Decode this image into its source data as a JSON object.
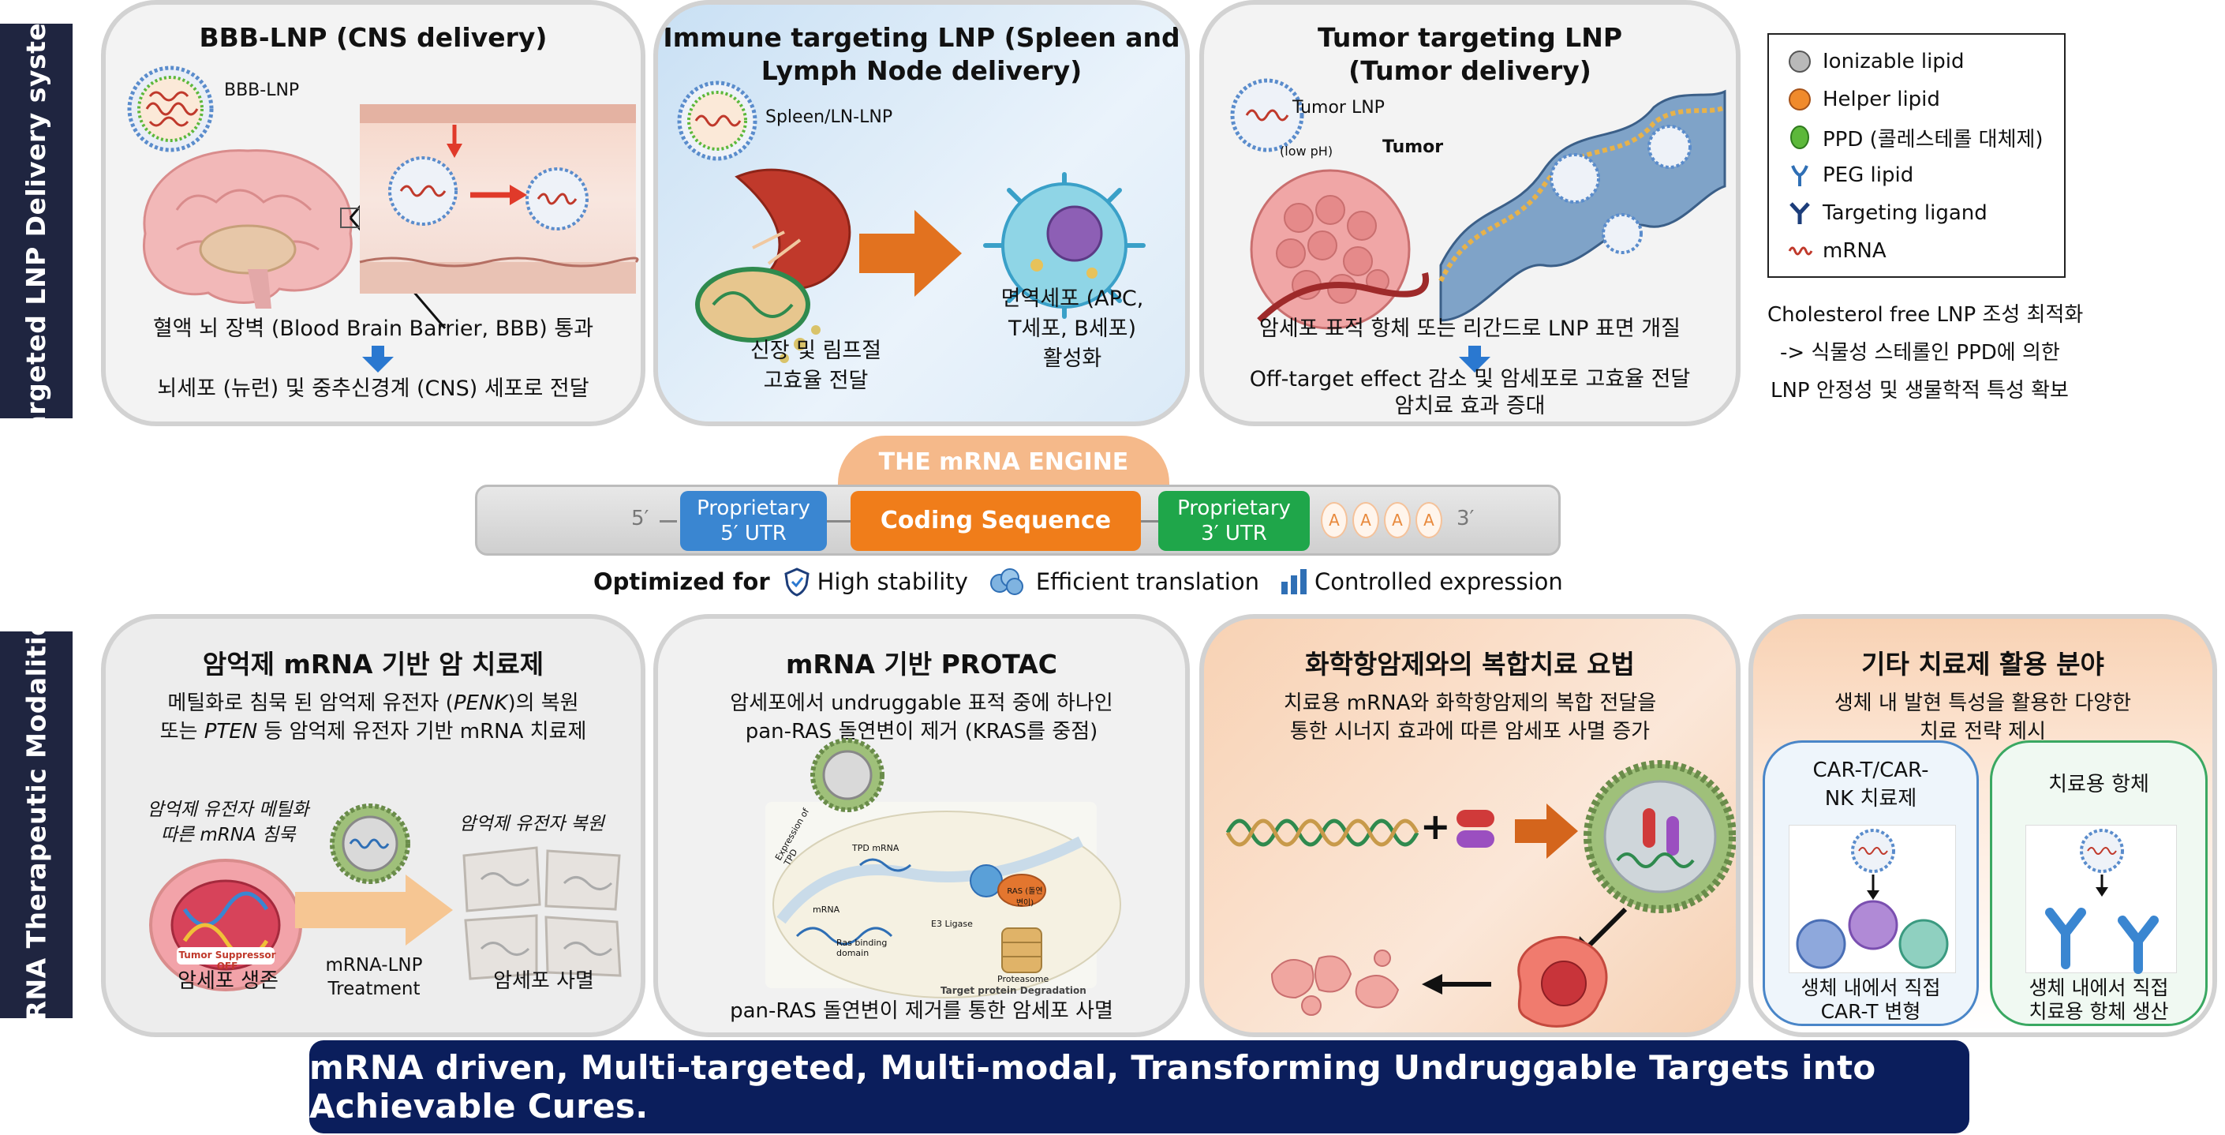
{
  "sidebar": {
    "top_label": "Targeted LNP Delivery system",
    "bottom_label": "mRNA Therapeutic Modalities"
  },
  "panels_top": [
    {
      "title": "BBB-LNP (CNS delivery)",
      "image_label": "BBB-LNP",
      "text1": "혈액 뇌 장벽 (Blood Brain Barrier, BBB) 통과",
      "text2": "뇌세포 (뉴런) 및 중추신경계 (CNS) 세포로 전달"
    },
    {
      "title_line1": "Immune targeting LNP (Spleen and",
      "title_line2": "Lymph Node delivery)",
      "image_label": "Spleen/LN-LNP",
      "text_left1": "신장 및 림프절",
      "text_left2": "고효율 전달",
      "text_right1": "면역세포 (APC,",
      "text_right2": "T세포, B세포)",
      "text_right3": "활성화"
    },
    {
      "title_line1": "Tumor targeting LNP",
      "title_line2": "(Tumor delivery)",
      "image_label1": "Tumor LNP",
      "image_label2": "(low pH)",
      "image_label3": "Tumor",
      "text1": "암세포 표적 항체 또는 리간드로 LNP 표면 개질",
      "text2": "Off-target effect 감소 및 암세포로 고효율 전달",
      "text3": "암치료 효과 증대"
    }
  ],
  "legend": {
    "items": [
      {
        "label": "Ionizable lipid",
        "color": "#b9b9b9"
      },
      {
        "label": "Helper lipid",
        "color": "#f08a2c"
      },
      {
        "label": "PPD (콜레스테롤 대체제)",
        "color": "#5cb83a"
      },
      {
        "label": "PEG lipid",
        "color": "#2f6fb5"
      },
      {
        "label": "Targeting ligand",
        "color": "#1c3d7a"
      },
      {
        "label": "mRNA",
        "color": "#c0392b"
      }
    ]
  },
  "note": {
    "line1": "Cholesterol free LNP 조성 최적화",
    "line2": "-> 식물성 스테롤인 PPD에 의한",
    "line3": "LNP 안정성 및 생물학적 특성 확보"
  },
  "engine": {
    "title": "THE mRNA ENGINE",
    "five_prime": "5′",
    "three_prime": "3′",
    "utr5_line1": "Proprietary",
    "utr5_line2": "5′ UTR",
    "cds": "Coding Sequence",
    "utr3_line1": "Proprietary",
    "utr3_line2": "3′ UTR",
    "polya": [
      "A",
      "A",
      "A",
      "A"
    ],
    "optimized_for": "Optimized for",
    "feature1": "High stability",
    "feature2": "Efficient translation",
    "feature3": "Controlled expression",
    "colors": {
      "utr5": "#3a86d1",
      "cds": "#f07d1a",
      "utr3": "#1fa64a",
      "title": "#f5b98a"
    }
  },
  "panels_bottom": [
    {
      "title": "암억제 mRNA 기반 암 치료제",
      "text1_a": "메틸화로 침묵 된 암억제 유전자 (",
      "text1_em": "PENK",
      "text1_b": ")의 복원",
      "text2_a": "또는 ",
      "text2_em": "PTEN",
      "text2_b": " 등 암억제 유전자 기반 mRNA 치료제",
      "label_left1": "암억제 유전자 메틸화",
      "label_left2": "따른 mRNA 침묵",
      "label_right": "암억제 유전자 복원",
      "treat1": "mRNA-LNP",
      "treat2": "Treatment",
      "cell_label": "Tumor Suppressor OFF",
      "bottom_left": "암세포 생존",
      "bottom_right": "암세포 사멸"
    },
    {
      "title": "mRNA 기반 PROTAC",
      "text1": "암세포에서 undruggable 표적 중에 하나인",
      "text2": "pan-RAS 돌연변이 제거 (KRAS를 중점)",
      "img_labels": [
        "Expression of TPD",
        "TPD mRNA",
        "mRNA",
        "Ras binding domain",
        "E3 Ligase",
        "RAS (돌연변이)",
        "Proteasome",
        "Target protein Degradation"
      ],
      "bottom": "pan-RAS 돌연변이 제거를 통한 암세포 사멸"
    },
    {
      "title": "화학항암제와의 복합치료 요법",
      "text1": "치료용 mRNA와 화학항암제의 복합 전달을",
      "text2": "통한 시너지 효과에 따른 암세포 사멸 증가",
      "plus": "+"
    },
    {
      "title": "기타 치료제 활용 분야",
      "text1": "생체 내 발현 특성을 활용한 다양한",
      "text2": "치료 전략 제시",
      "sub1_title1": "CAR-T/CAR-",
      "sub1_title2": "NK 치료제",
      "sub1_bottom1": "생체 내에서 직접",
      "sub1_bottom2": "CAR-T 변형",
      "sub2_title": "치료용 항체",
      "sub2_bottom1": "생체 내에서 직접",
      "sub2_bottom2": "치료용 항체 생산"
    }
  ],
  "banner": "mRNA driven, Multi-targeted, Multi-modal, Transforming Undruggable Targets into Achievable Cures."
}
